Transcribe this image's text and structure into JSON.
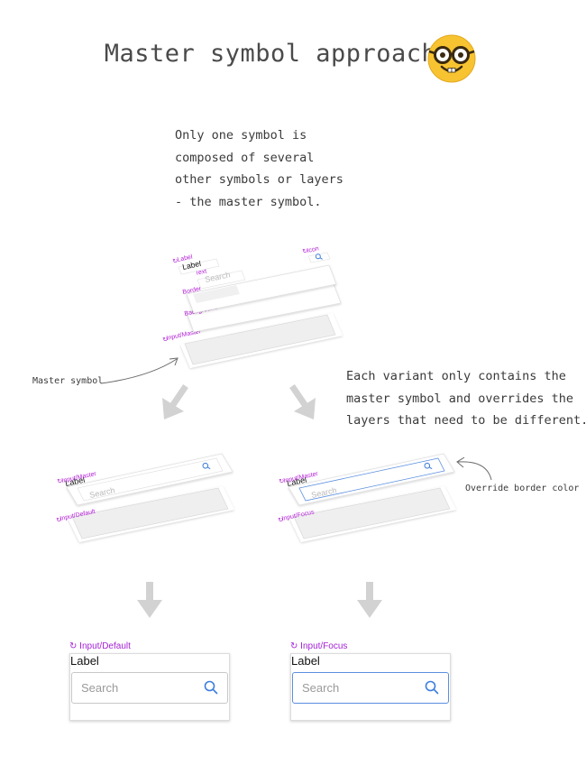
{
  "title": "Master symbol approach",
  "intro_lines": [
    "Only one symbol is",
    "composed of several",
    "other symbols or layers",
    "- the master symbol."
  ],
  "variant_note_lines": [
    "Each variant only contains the",
    "master symbol and overrides the",
    "layers that need to be different."
  ],
  "callouts": {
    "master": "Master symbol",
    "override": "Override border color"
  },
  "master_stack": {
    "label_layer": "Label",
    "label_text": "Label",
    "icon_layer": "Icon",
    "text_layer": "Text",
    "text_value": "Search",
    "border_layer": "Border",
    "background_layer": "Background",
    "base_layer": "Input/Master"
  },
  "variant_default": {
    "master_layer": "Input/Master",
    "label_text": "Label",
    "placeholder": "Search",
    "base_layer": "Input/Default"
  },
  "variant_focus": {
    "master_layer": "Input/Master",
    "label_text": "Label",
    "placeholder": "Search",
    "base_layer": "Input/Focus"
  },
  "result_default": {
    "symbol_name": "Input/Default",
    "label": "Label",
    "placeholder": "Search"
  },
  "result_focus": {
    "symbol_name": "Input/Focus",
    "label": "Label",
    "placeholder": "Search"
  },
  "colors": {
    "symbol_purple": "#b31fd6",
    "focus_blue": "#5b8fe0",
    "arrow_gray": "#d0d0d0",
    "icon_blue": "#3b7ddd"
  },
  "icons": {
    "emoji": "nerd-face-icon",
    "symbol": "symbol-refresh-icon",
    "search": "search-icon"
  }
}
